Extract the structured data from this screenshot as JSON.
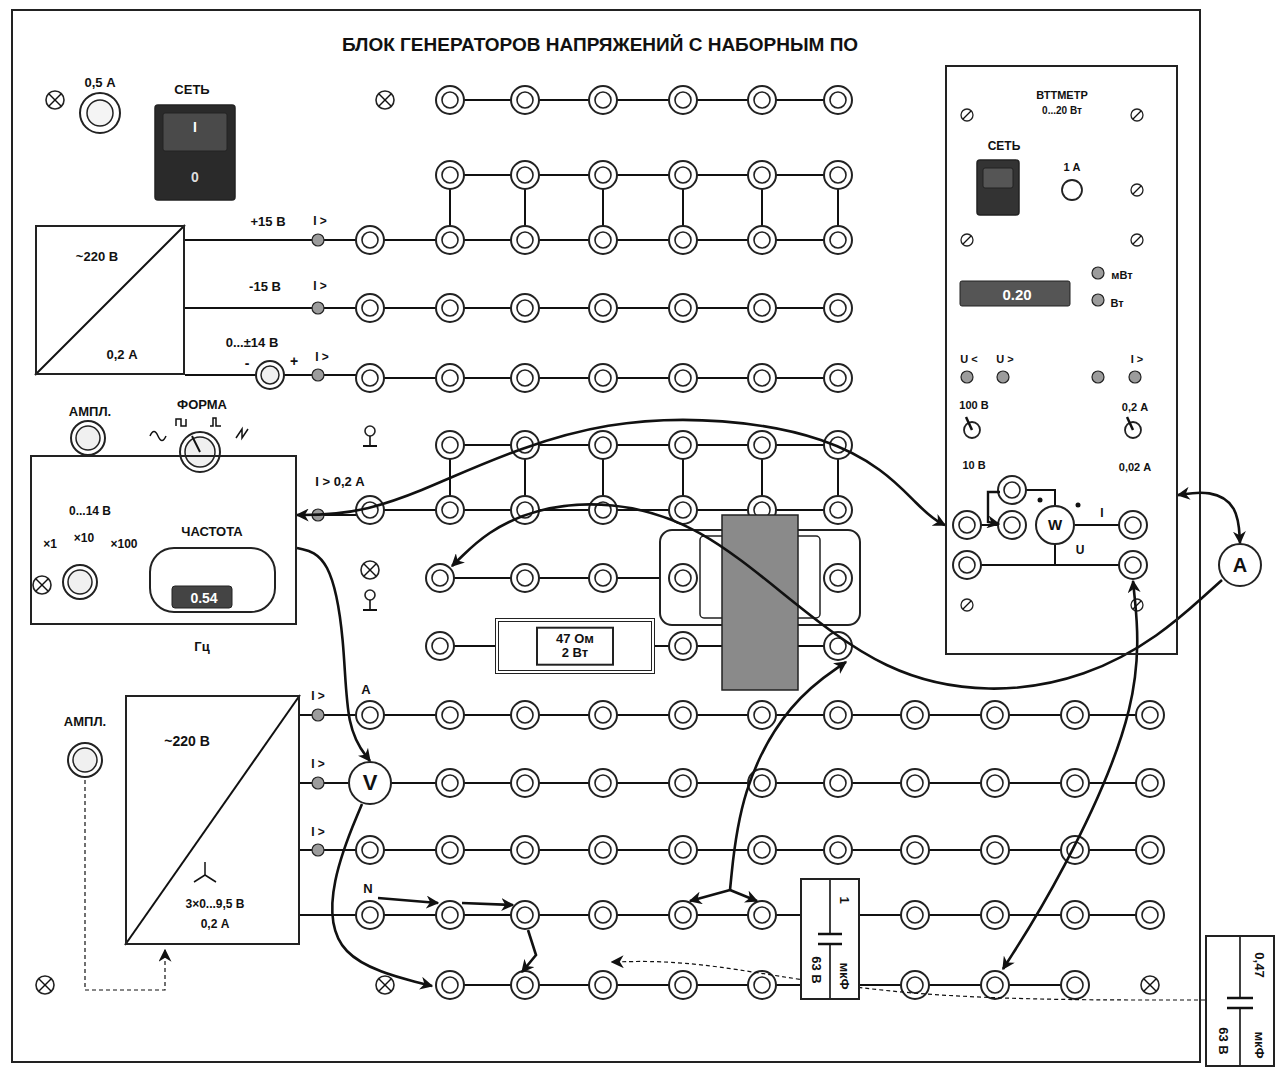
{
  "diagram": {
    "title": "БЛОК ГЕНЕРАТОРОВ НАПРЯЖЕНИЙ С НАБОРНЫМ ПО",
    "nodes": [
      {
        "text": [
          "ВТТМЕТР",
          "0...20 Вт",
          "СЕТЬ",
          "1 А",
          "0.20",
          "мВт",
          "Вт",
          "U <",
          "U >",
          "I >",
          "100 В",
          "10 В",
          "0,2 А",
          "0,02 А",
          "I",
          "U"
        ]
      },
      {
        "text": [
          "W"
        ],
        "in": 0
      },
      {
        "text": [
          "~220 В",
          "0,2 А"
        ]
      },
      {
        "text": [
          "АМПЛ.",
          "ФОРМА",
          "0...14 В",
          "×1",
          "×10",
          "×100",
          "ЧАСТОТА",
          "0.54",
          "Гц"
        ]
      },
      {
        "text": [
          "A"
        ]
      },
      {
        "text": [
          "47 Ом 2 Вт"
        ]
      },
      {
        "text": [
          "~220 В",
          "3×0...9,5 В",
          "0,2 А"
        ]
      },
      {
        "text": [
          "V"
        ]
      },
      {
        "text": [
          "1",
          "мкФ",
          "63 В"
        ]
      },
      {
        "text": [
          "0,47",
          "мкФ",
          "63 В"
        ]
      }
    ],
    "edges": [
      {
        "from": 3,
        "to": 0,
        "arrow": "both"
      },
      {
        "from": 3,
        "to": 7,
        "arrow": "to"
      },
      {
        "from": 4,
        "to": 0,
        "arrow": "both"
      }
    ],
    "labels": [
      "0,5 А",
      "СЕТЬ",
      "I",
      "0",
      "+15 В",
      "I >",
      "-15 В",
      "I >",
      "0...±14 В",
      "-",
      "+",
      "I >",
      "I > 0,2 А",
      "A",
      "I >",
      "I >",
      "I >",
      "N",
      "АМПЛ."
    ]
  }
}
